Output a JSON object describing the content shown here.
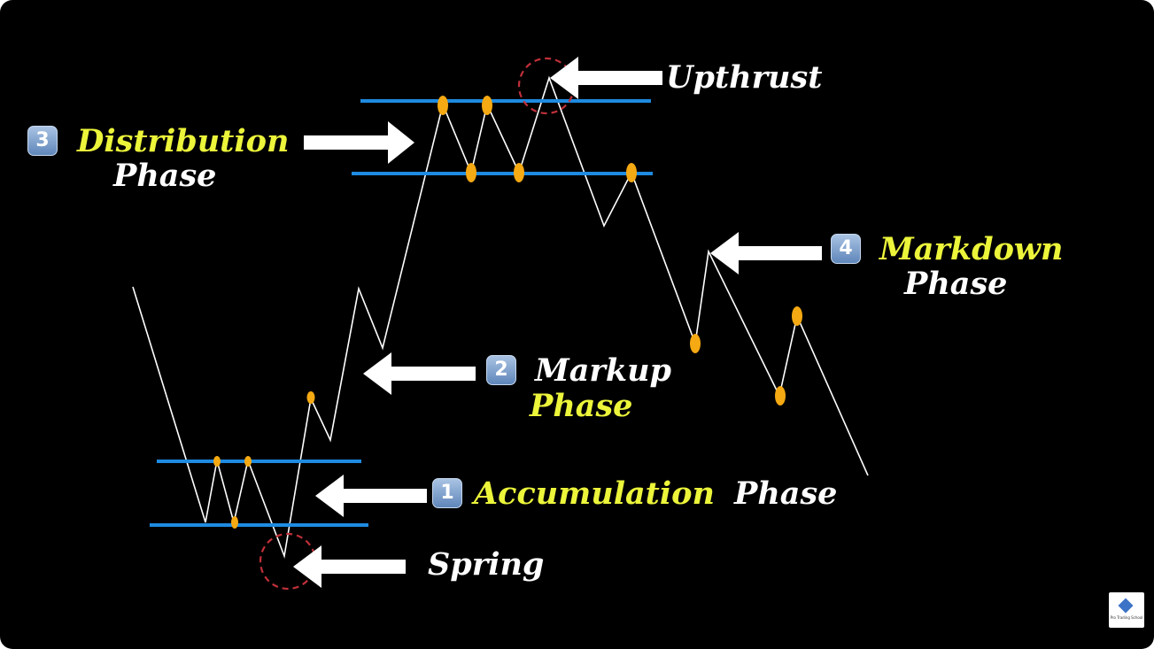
{
  "labels": {
    "upthrust": "Upthrust",
    "distribution": {
      "number": "3",
      "title": "Distribution",
      "subtitle": "Phase"
    },
    "markdown": {
      "number": "4",
      "title": "Markdown",
      "subtitle": "Phase"
    },
    "markup": {
      "number": "2",
      "title": "Markup",
      "subtitle": "Phase"
    },
    "accumulation": {
      "number": "1",
      "title": "Accumulation",
      "subtitle": "Phase"
    },
    "spring": "Spring"
  },
  "logo": {
    "text": "Pro Trading School"
  },
  "colors": {
    "background": "#000000",
    "price_line": "#ffffff",
    "range_lines": "#1e8be0",
    "touch_points": "#f5a912",
    "highlight_circle": "#c0303a",
    "phase_accent": "#ecf53a",
    "arrows": "#ffffff"
  }
}
